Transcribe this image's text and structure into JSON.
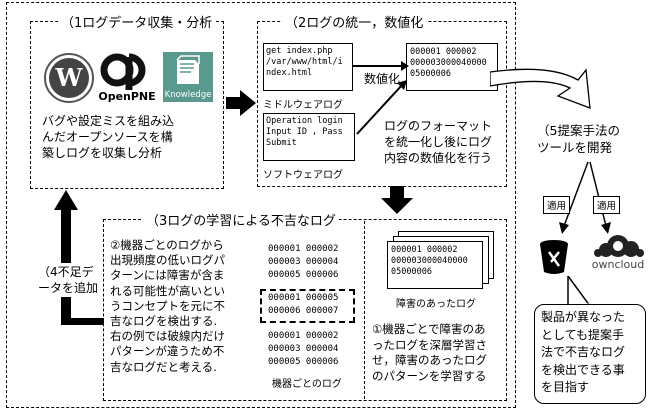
{
  "section1": {
    "title": "（1ログデータ収集・分析",
    "openpne": "OpenPNE",
    "knowledge": "Knowledge",
    "desc": [
      "バグや設定ミスを組み込",
      "んだオープンソースを構",
      "築しログを収集し分析"
    ]
  },
  "section2": {
    "title": "（2ログの統一，数値化",
    "mw_log": [
      "get index.php",
      "/var/www/html/i",
      "ndex.html"
    ],
    "mw_label": "ミドルウェアログ",
    "sw_log": [
      "Operation login",
      "Input ID , Pass",
      "Submit"
    ],
    "sw_label": "ソフトウェアログ",
    "num_log": [
      "000001 000002",
      "000003000040000",
      "05000006"
    ],
    "arrow_label": "数値化",
    "desc": [
      "ログのフォーマット",
      "を統一化し後にログ",
      "内容の数値化を行う"
    ]
  },
  "section3": {
    "title": "（3ログの学習による不吉なログ",
    "desc2": [
      "②機器ごとのログから",
      "出現頻度の低いログパ",
      "ターンには障害が含ま",
      "れる可能性が高いとい",
      "うコンセプトを元に不",
      "吉なログを検出する.",
      "右の例では破線内だけ",
      "パターンが違うため不",
      "吉なログだと考える."
    ],
    "device_log_a": [
      "000001 000002",
      "000003 000004",
      "000005 000006"
    ],
    "device_log_b": [
      "000001 000005",
      "000006 000007"
    ],
    "device_log_c": [
      "000001 000002",
      "000003 000004",
      "000005 000006"
    ],
    "device_label": "機器ごとのログ",
    "fault_log": [
      "000001 000002",
      "000003000040000",
      "05000006"
    ],
    "fault_label": "障害のあったログ",
    "desc1": [
      "①機器ごとで障害のあ",
      "ったログを深層学習さ",
      "せ，障害のあったログ",
      "のパターンを学習する"
    ]
  },
  "section4": {
    "label": [
      "（4不足デ",
      "ータを追加"
    ]
  },
  "section5": {
    "label": [
      "（5提案手法の",
      "ツールを開発"
    ],
    "apply1": "適用",
    "apply2": "適用",
    "owncloud": "owncloud",
    "speech": [
      "製品が異なった",
      "としても提案手",
      "法で不吉なログ",
      "を検出できる事",
      "を目指す"
    ]
  }
}
